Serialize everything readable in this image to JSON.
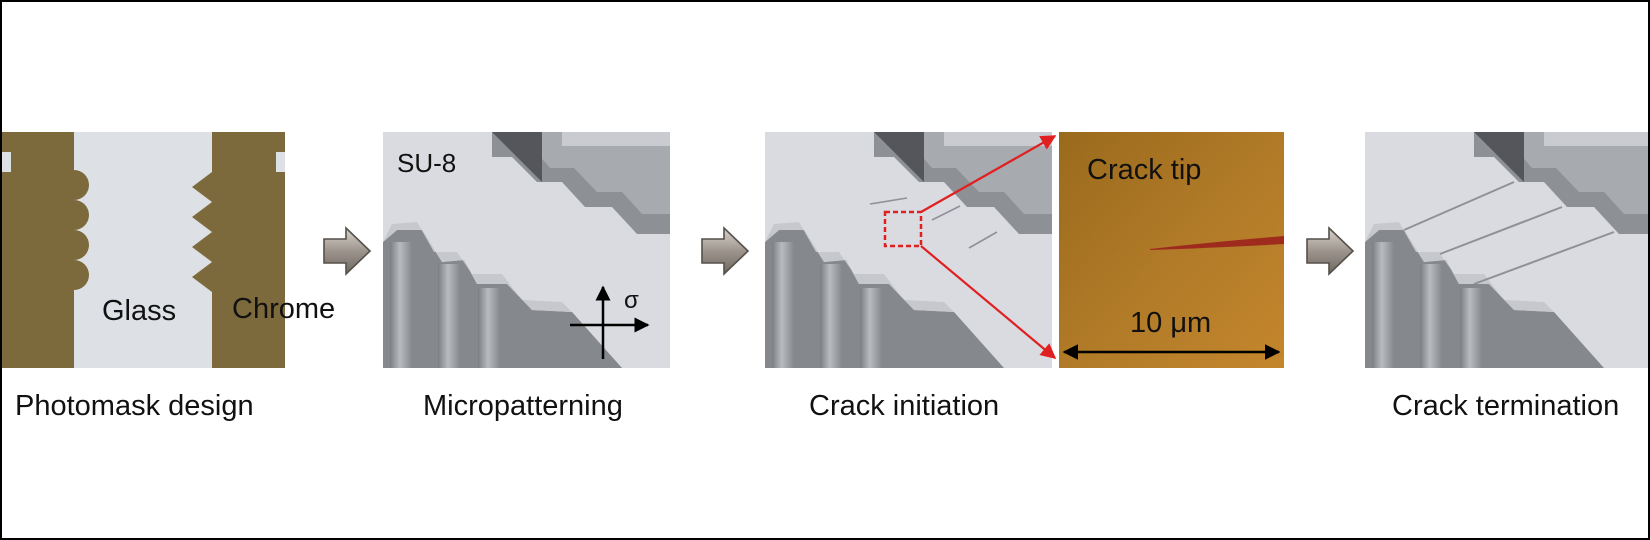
{
  "panels": {
    "photomask": {
      "caption": "Photomask design",
      "glass_label": "Glass",
      "chrome_label": "Chrome"
    },
    "micropatterning": {
      "caption": "Micropatterning",
      "material_label": "SU-8",
      "stress_symbol": "σ"
    },
    "crack_initiation": {
      "caption": "Crack initiation"
    },
    "crack_tip": {
      "title": "Crack tip",
      "scale_label": "10 μm"
    },
    "crack_termination": {
      "caption": "Crack termination"
    }
  },
  "colors": {
    "chrome": "#7d6a3c",
    "glass": "#dde1e5",
    "su8_surface": "#d9dbe1",
    "su8_side": "#8d9095",
    "su8_dark": "#54565c",
    "afm_brown": "#a4711f",
    "zoom_red": "#e02020",
    "crack_red": "#9a1c1c"
  },
  "icons": [
    "process-arrow-icon",
    "stress-axes-icon",
    "zoom-box-icon"
  ]
}
